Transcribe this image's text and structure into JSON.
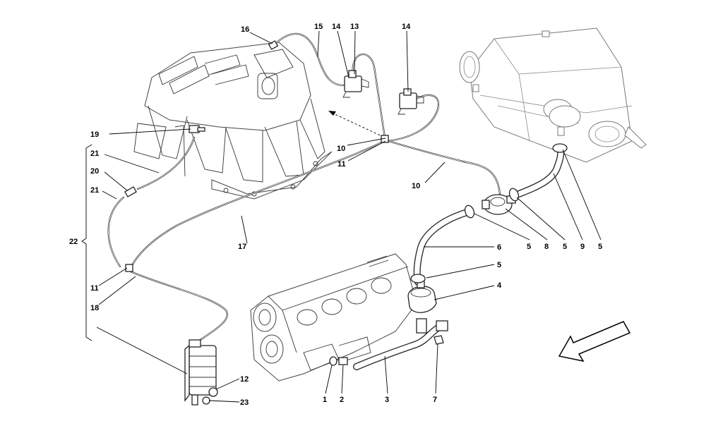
{
  "diagram": {
    "callouts": [
      {
        "id": "c1",
        "text": "1"
      },
      {
        "id": "c2",
        "text": "2"
      },
      {
        "id": "c3",
        "text": "3"
      },
      {
        "id": "c4",
        "text": "4"
      },
      {
        "id": "c5a",
        "text": "5"
      },
      {
        "id": "c5b",
        "text": "5"
      },
      {
        "id": "c5c",
        "text": "5"
      },
      {
        "id": "c5d",
        "text": "5"
      },
      {
        "id": "c6",
        "text": "6"
      },
      {
        "id": "c7",
        "text": "7"
      },
      {
        "id": "c8",
        "text": "8"
      },
      {
        "id": "c9",
        "text": "9"
      },
      {
        "id": "c10a",
        "text": "10"
      },
      {
        "id": "c10b",
        "text": "10"
      },
      {
        "id": "c11a",
        "text": "11"
      },
      {
        "id": "c11b",
        "text": "11"
      },
      {
        "id": "c12",
        "text": "12"
      },
      {
        "id": "c13",
        "text": "13"
      },
      {
        "id": "c14a",
        "text": "14"
      },
      {
        "id": "c14b",
        "text": "14"
      },
      {
        "id": "c15",
        "text": "15"
      },
      {
        "id": "c16",
        "text": "16"
      },
      {
        "id": "c17",
        "text": "17"
      },
      {
        "id": "c18",
        "text": "18"
      },
      {
        "id": "c19",
        "text": "19"
      },
      {
        "id": "c20",
        "text": "20"
      },
      {
        "id": "c21a",
        "text": "21"
      },
      {
        "id": "c21b",
        "text": "21"
      },
      {
        "id": "c22",
        "text": "22"
      },
      {
        "id": "c23",
        "text": "23"
      }
    ],
    "components": [
      {
        "id": "intake-manifold",
        "icon": "intake-manifold-icon"
      },
      {
        "id": "air-filter-box",
        "icon": "air-filter-box-icon"
      },
      {
        "id": "cylinder-head",
        "icon": "cylinder-head-icon"
      },
      {
        "id": "canister",
        "icon": "charcoal-canister-icon"
      },
      {
        "id": "solenoid-valve-1",
        "icon": "solenoid-valve-icon"
      },
      {
        "id": "solenoid-valve-2",
        "icon": "solenoid-valve-icon"
      },
      {
        "id": "check-valve",
        "icon": "check-valve-icon"
      },
      {
        "id": "breather-valve",
        "icon": "breather-valve-icon"
      },
      {
        "id": "orientation-arrow",
        "icon": "direction-arrow-icon"
      }
    ]
  }
}
